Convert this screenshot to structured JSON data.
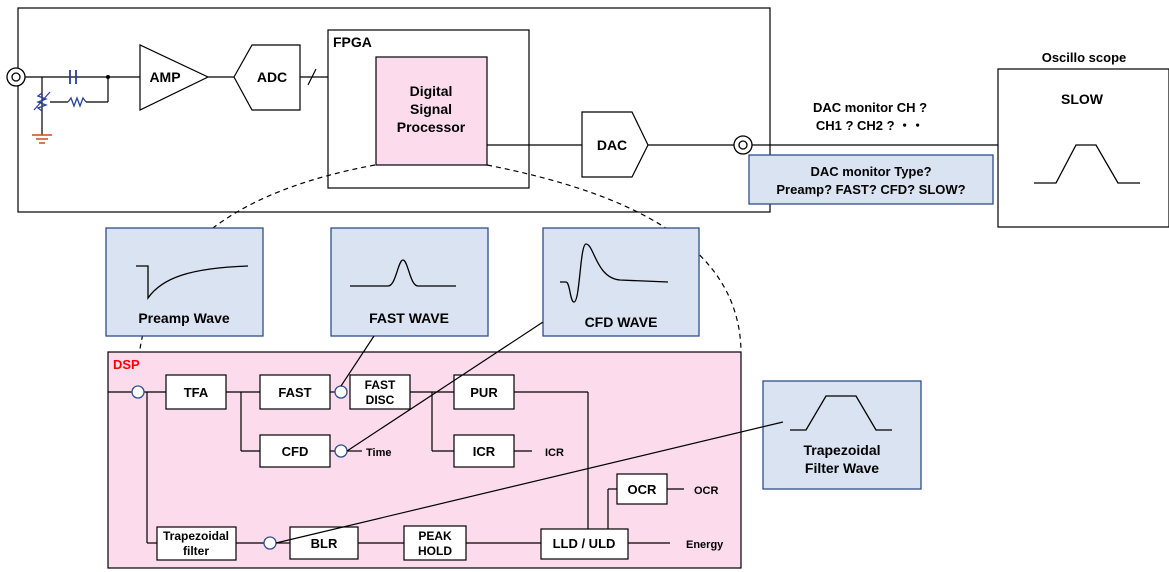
{
  "board": {
    "fpga_label": "FPGA",
    "amp_label": "AMP",
    "adc_label": "ADC",
    "dsp_block_label": [
      "Digital",
      "Signal",
      "Processor"
    ],
    "dac_label": "DAC"
  },
  "scope": {
    "title": "Oscillo scope",
    "mode_label": "SLOW"
  },
  "dac_monitor": {
    "ch_question_line1": "DAC monitor CH ?",
    "ch_question_line2": "CH1 ? CH2 ? ・・",
    "type_question_line1": "DAC monitor Type?",
    "type_question_line2": "Preamp? FAST? CFD? SLOW?"
  },
  "wave_panels": {
    "preamp": "Preamp Wave",
    "fast": "FAST WAVE",
    "cfd": "CFD WAVE",
    "trapezoid": [
      "Trapezoidal",
      "Filter Wave"
    ]
  },
  "dsp": {
    "title": "DSP",
    "title_color": "#ff0000",
    "blocks": {
      "tfa": "TFA",
      "fast": "FAST",
      "fast_disc": [
        "FAST",
        "DISC"
      ],
      "pur": "PUR",
      "cfd": "CFD",
      "icr": "ICR",
      "ocr": "OCR",
      "trapezoidal": [
        "Trapezoidal",
        "filter"
      ],
      "blr": "BLR",
      "peak_hold": [
        "PEAK",
        "HOLD"
      ],
      "lld_uld": "LLD / ULD"
    },
    "outputs": {
      "time": "Time",
      "icr": "ICR",
      "ocr": "OCR",
      "energy": "Energy"
    }
  },
  "colors": {
    "panel_fill": "#d9e3f1",
    "dsp_fill": "#fcdcec"
  }
}
